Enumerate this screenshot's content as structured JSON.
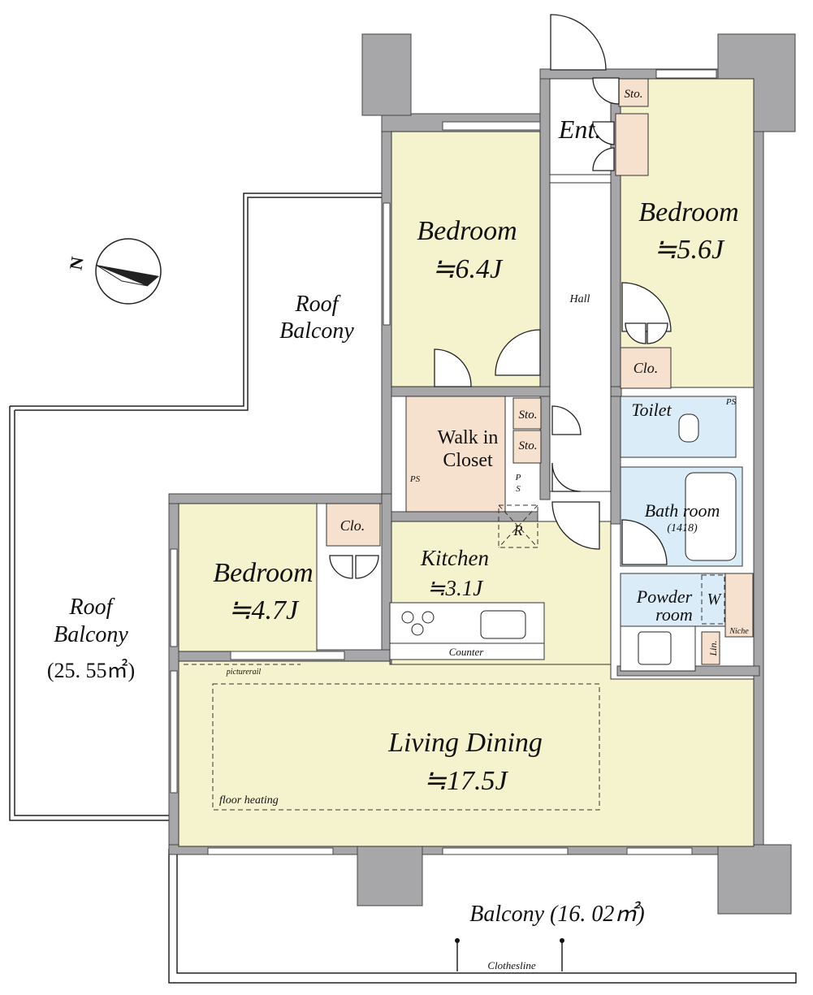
{
  "colors": {
    "wall": "#a7a7a9",
    "room": "#f5f2ce",
    "wet": "#d9ecf7",
    "storage": "#f5e1cd",
    "balcony": "#ffffff"
  },
  "compass": {
    "label": "N"
  },
  "rooms": {
    "bedroom_top": {
      "name": "Bedroom",
      "size": "≒6.4J"
    },
    "bedroom_right": {
      "name": "Bedroom",
      "size": "≒5.6J"
    },
    "bedroom_left": {
      "name": "Bedroom",
      "size": "≒4.7J"
    },
    "kitchen": {
      "name": "Kitchen",
      "size": "≒3.1J"
    },
    "living": {
      "name": "Living Dining",
      "size": "≒17.5J"
    },
    "walk_in_closet": {
      "line1": "Walk in",
      "line2": "Closet"
    },
    "bath": {
      "name": "Bath room",
      "sub": "(1418)"
    },
    "powder": {
      "line1": "Powder",
      "line2": "room"
    },
    "toilet": "Toilet",
    "entrance": "Ent.",
    "hall": "Hall"
  },
  "small_labels": {
    "sto": "Sto.",
    "clo": "Clo.",
    "ps": "PS",
    "p": "P",
    "s": "S",
    "r": "R",
    "w": "W",
    "lin": "Lin.",
    "niche": "Niche",
    "counter": "Counter",
    "picture_rail": "picturerail",
    "floor_heating": "floor heating",
    "clothesline": "Clothesline"
  },
  "outdoor": {
    "roof_balcony_upper": {
      "line1": "Roof",
      "line2": "Balcony"
    },
    "roof_balcony_left": {
      "line1": "Roof",
      "line2": "Balcony",
      "area": "(25. 55㎡)"
    },
    "balcony": "Balcony (16. 02㎡)"
  }
}
